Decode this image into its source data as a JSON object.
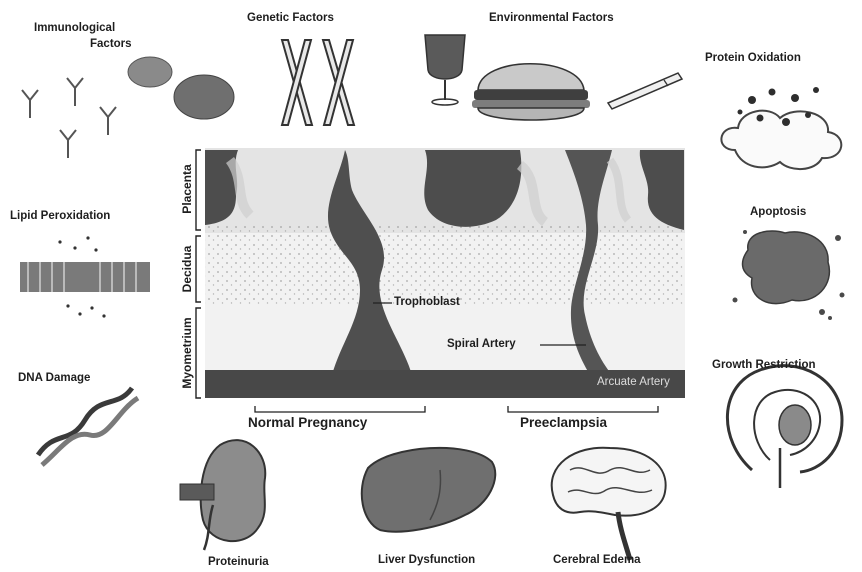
{
  "factors": {
    "immunological_line1": "Immunological",
    "immunological_line2": "Factors",
    "genetic": "Genetic Factors",
    "environmental": "Environmental Factors",
    "protein_oxidation": "Protein Oxidation",
    "lipid_peroxidation": "Lipid Peroxidation",
    "apoptosis": "Apoptosis",
    "dna_damage": "DNA Damage",
    "growth_restriction": "Growth Restriction"
  },
  "layers": {
    "placenta": "Placenta",
    "decidua": "Decidua",
    "myometrium": "Myometrium"
  },
  "diagram_labels": {
    "trophoblast": "Trophoblast",
    "spiral_artery": "Spiral Artery",
    "arcuate_artery": "Arcuate Artery"
  },
  "conditions": {
    "normal": "Normal Pregnancy",
    "preeclampsia": "Preeclampsia"
  },
  "outcomes": {
    "proteinuria": "Proteinuria",
    "liver": "Liver Dysfunction",
    "cerebral": "Cerebral Edema"
  }
}
